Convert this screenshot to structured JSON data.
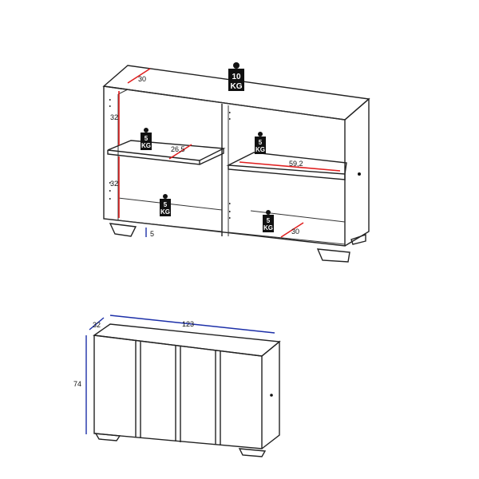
{
  "top_drawing": {
    "depth_top": "30",
    "height_upper": "32",
    "height_lower": "32",
    "shelf_depth_left": "26,5",
    "shelf_width_right": "59,2",
    "depth_bottom_right": "30",
    "leg_height": "5",
    "top_weight": {
      "value": "10",
      "unit": "KG"
    },
    "shelf_weight_left_upper": {
      "value": "5",
      "unit": "KG"
    },
    "shelf_weight_right_upper": {
      "value": "5",
      "unit": "KG"
    },
    "shelf_weight_left_lower": {
      "value": "5",
      "unit": "KG"
    },
    "shelf_weight_right_lower": {
      "value": "5",
      "unit": "KG"
    }
  },
  "bottom_drawing": {
    "depth": "32",
    "width": "123",
    "height": "74"
  },
  "colors": {
    "dimension_red": "#e02020",
    "dimension_blue": "#1c2fa8",
    "weight_fill": "#111111"
  }
}
